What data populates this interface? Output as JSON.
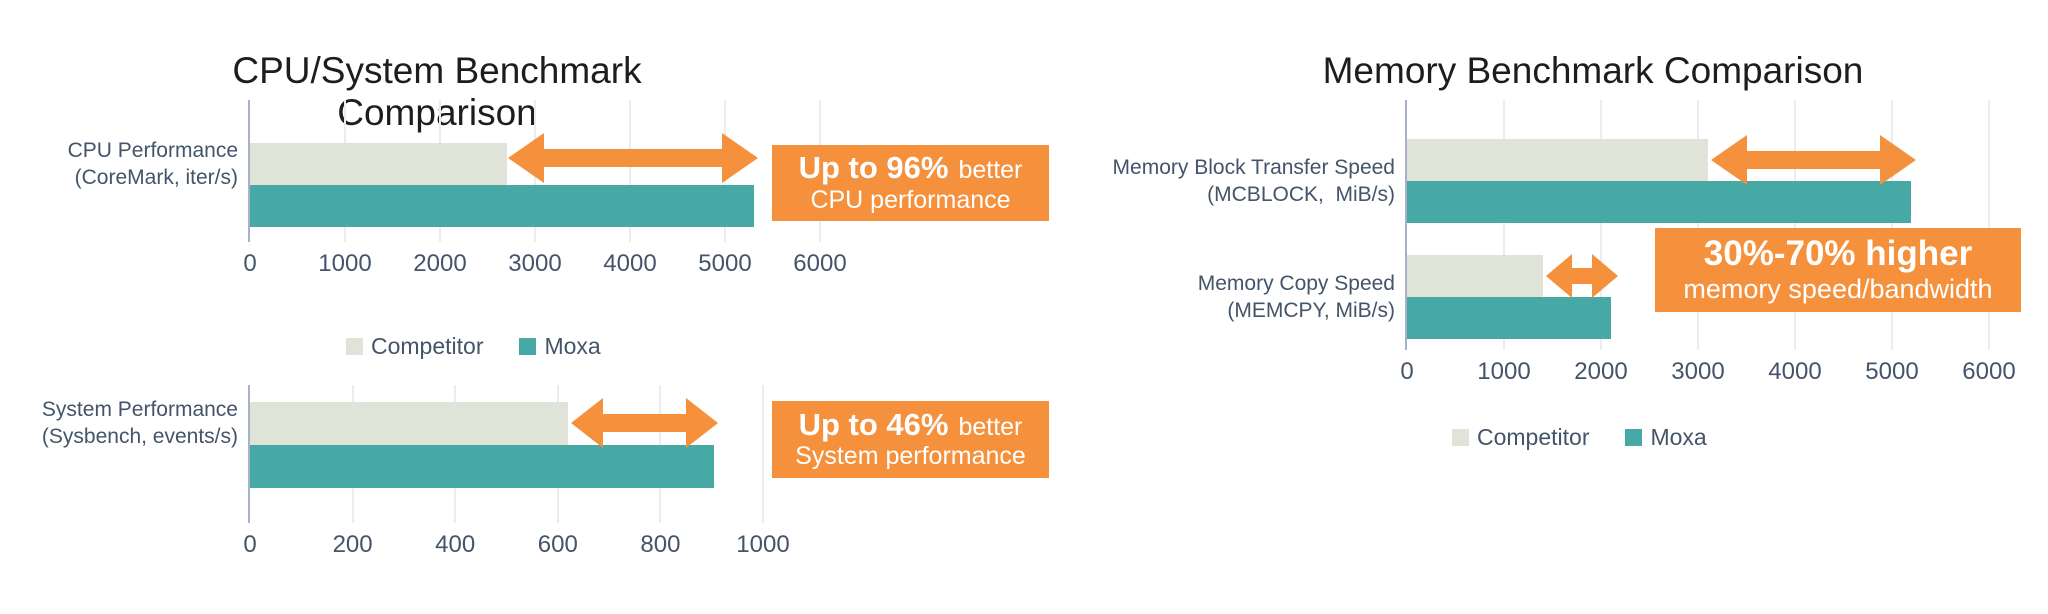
{
  "colors": {
    "competitor_bar": "#e0e3d8",
    "moxa_bar": "#47a9a5",
    "accent_orange": "#f5913d",
    "label_text": "#44546a",
    "title_text": "#1d1d1d"
  },
  "left_section_title": "CPU/System Benchmark Comparison",
  "right_section_title": "Memory Benchmark Comparison",
  "chart_data": [
    {
      "id": "cpu-performance",
      "type": "bar",
      "orientation": "horizontal",
      "title": "CPU/System Benchmark Comparison",
      "categories": [
        [
          "CPU Performance",
          "(CoreMark, iter/s)"
        ]
      ],
      "series": [
        {
          "name": "Competitor",
          "color": "#e0e3d8",
          "values": [
            2700
          ]
        },
        {
          "name": "Moxa",
          "color": "#47a9a5",
          "values": [
            5300
          ]
        }
      ],
      "x_ticks": [
        0,
        1000,
        2000,
        3000,
        4000,
        5000,
        6000
      ],
      "xlim": [
        0,
        6100
      ],
      "xlabel": "",
      "ylabel": "",
      "grid": true,
      "legend_position": "bottom",
      "annotation": {
        "highlight": "Up to 96%",
        "suffix": "better",
        "line2": "CPU performance"
      }
    },
    {
      "id": "system-performance",
      "type": "bar",
      "orientation": "horizontal",
      "title": "",
      "categories": [
        [
          "System Performance",
          "(Sysbench, events/s)"
        ]
      ],
      "series": [
        {
          "name": "Competitor",
          "color": "#e0e3d8",
          "values": [
            620
          ]
        },
        {
          "name": "Moxa",
          "color": "#47a9a5",
          "values": [
            905
          ]
        }
      ],
      "x_ticks": [
        0,
        200,
        400,
        600,
        800,
        1000
      ],
      "xlim": [
        0,
        1000
      ],
      "xlabel": "",
      "ylabel": "",
      "grid": true,
      "legend_position": "none",
      "annotation": {
        "highlight": "Up to 46%",
        "suffix": "better",
        "line2": "System performance"
      }
    },
    {
      "id": "memory",
      "type": "bar",
      "orientation": "horizontal",
      "title": "Memory Benchmark Comparison",
      "categories": [
        [
          "Memory Block Transfer Speed",
          "(MCBLOCK,  MiB/s)"
        ],
        [
          "Memory Copy Speed",
          "(MEMCPY, MiB/s)"
        ]
      ],
      "series": [
        {
          "name": "Competitor",
          "color": "#e0e3d8",
          "values": [
            3100,
            1400
          ]
        },
        {
          "name": "Moxa",
          "color": "#47a9a5",
          "values": [
            5200,
            2100
          ]
        }
      ],
      "x_ticks": [
        0,
        1000,
        2000,
        3000,
        4000,
        5000,
        6000
      ],
      "xlim": [
        0,
        6000
      ],
      "xlabel": "",
      "ylabel": "",
      "grid": true,
      "legend_position": "bottom",
      "annotation": {
        "highlight": "30%-70% higher",
        "suffix": "",
        "line2": "memory speed/bandwidth"
      }
    }
  ]
}
